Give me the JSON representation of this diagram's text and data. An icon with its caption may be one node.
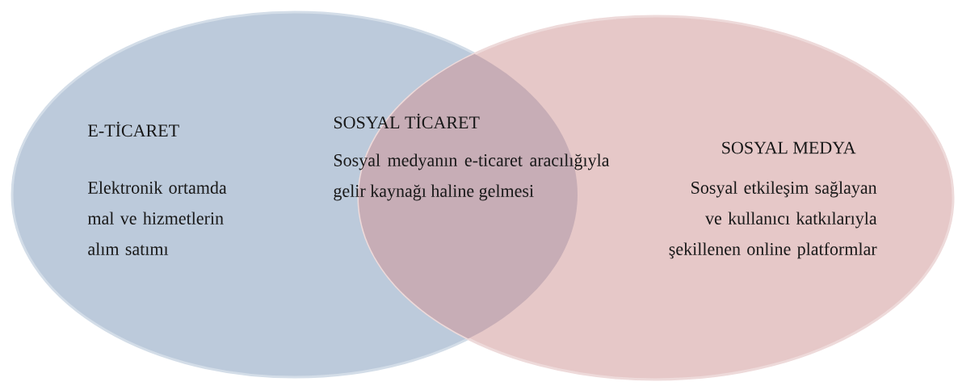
{
  "diagram": {
    "nodes": [
      {
        "text": [
          "E-TİCARET",
          "Elektronik ortamda mal ve hizmetlerin alım satımı"
        ]
      },
      {
        "text": [
          "SOSYAL MEDYA",
          "Sosyal etkileşim sağlayan ve kullanıcı katkılarıyla şekillenen online platformlar"
        ]
      }
    ],
    "labels": [
      "SOSYAL TİCARET",
      "Sosyal medyanın e-ticaret aracılığıyla gelir kaynağı haline gelmesi"
    ]
  }
}
